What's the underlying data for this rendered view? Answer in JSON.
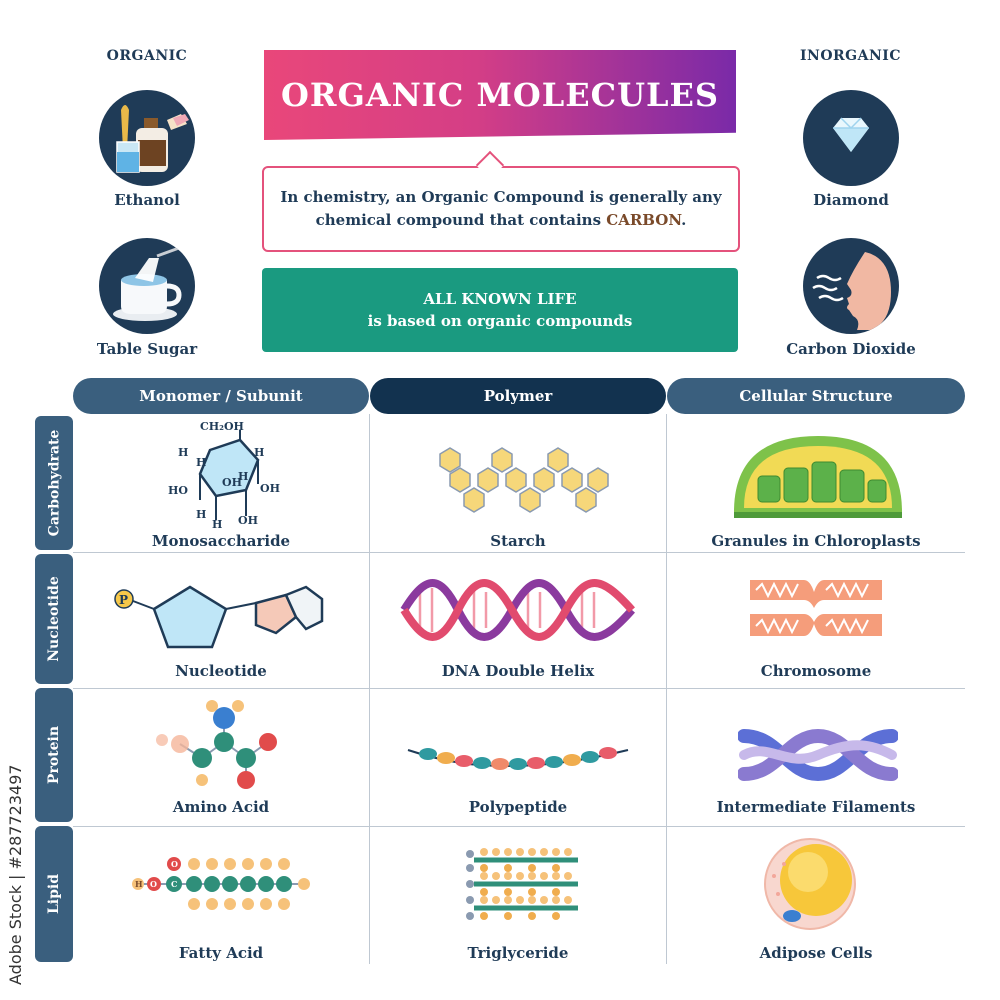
{
  "header": {
    "title": "ORGANIC MOLECULES",
    "definition_line1": "In chemistry, an Organic Compound is generally any",
    "definition_line2_prefix": "chemical compound that contains ",
    "definition_highlight": "CARBON",
    "definition_line2_suffix": ".",
    "life_line1": "ALL KNOWN LIFE",
    "life_line2": "is based on organic compounds"
  },
  "organic": {
    "heading": "ORGANIC",
    "items": [
      {
        "label": "Ethanol",
        "icon": "ethanol-bottle-icon"
      },
      {
        "label": "Table Sugar",
        "icon": "sugar-cup-icon"
      }
    ]
  },
  "inorganic": {
    "heading": "INORGANIC",
    "items": [
      {
        "label": "Diamond",
        "icon": "diamond-icon"
      },
      {
        "label": "Carbon Dioxide",
        "icon": "exhale-face-icon"
      }
    ]
  },
  "table": {
    "columns": [
      "Monomer / Subunit",
      "Polymer",
      "Cellular Structure"
    ],
    "rows": [
      {
        "name": "Carbohydrate",
        "cells": [
          "Monosaccharide",
          "Starch",
          "Granules in Chloroplasts"
        ]
      },
      {
        "name": "Nucleotide",
        "cells": [
          "Nucleotide",
          "DNA Double Helix",
          "Chromosome"
        ]
      },
      {
        "name": "Protein",
        "cells": [
          "Amino Acid",
          "Polypeptide",
          "Intermediate Filaments"
        ]
      },
      {
        "name": "Lipid",
        "cells": [
          "Fatty Acid",
          "Triglyceride",
          "Adipose Cells"
        ]
      }
    ]
  },
  "molecule_text": {
    "ch2oh": "CH₂OH",
    "h": "H",
    "oh": "OH",
    "ho": "HO",
    "p": "P",
    "c": "C",
    "o": "O"
  },
  "stock_id": "Adobe Stock | #287723497",
  "colors": {
    "navy": "#1f3b57",
    "teal": "#1a9a80",
    "pink": "#e4527c",
    "purple": "#7a2aa8",
    "carbon_text": "#7a4a2a"
  }
}
